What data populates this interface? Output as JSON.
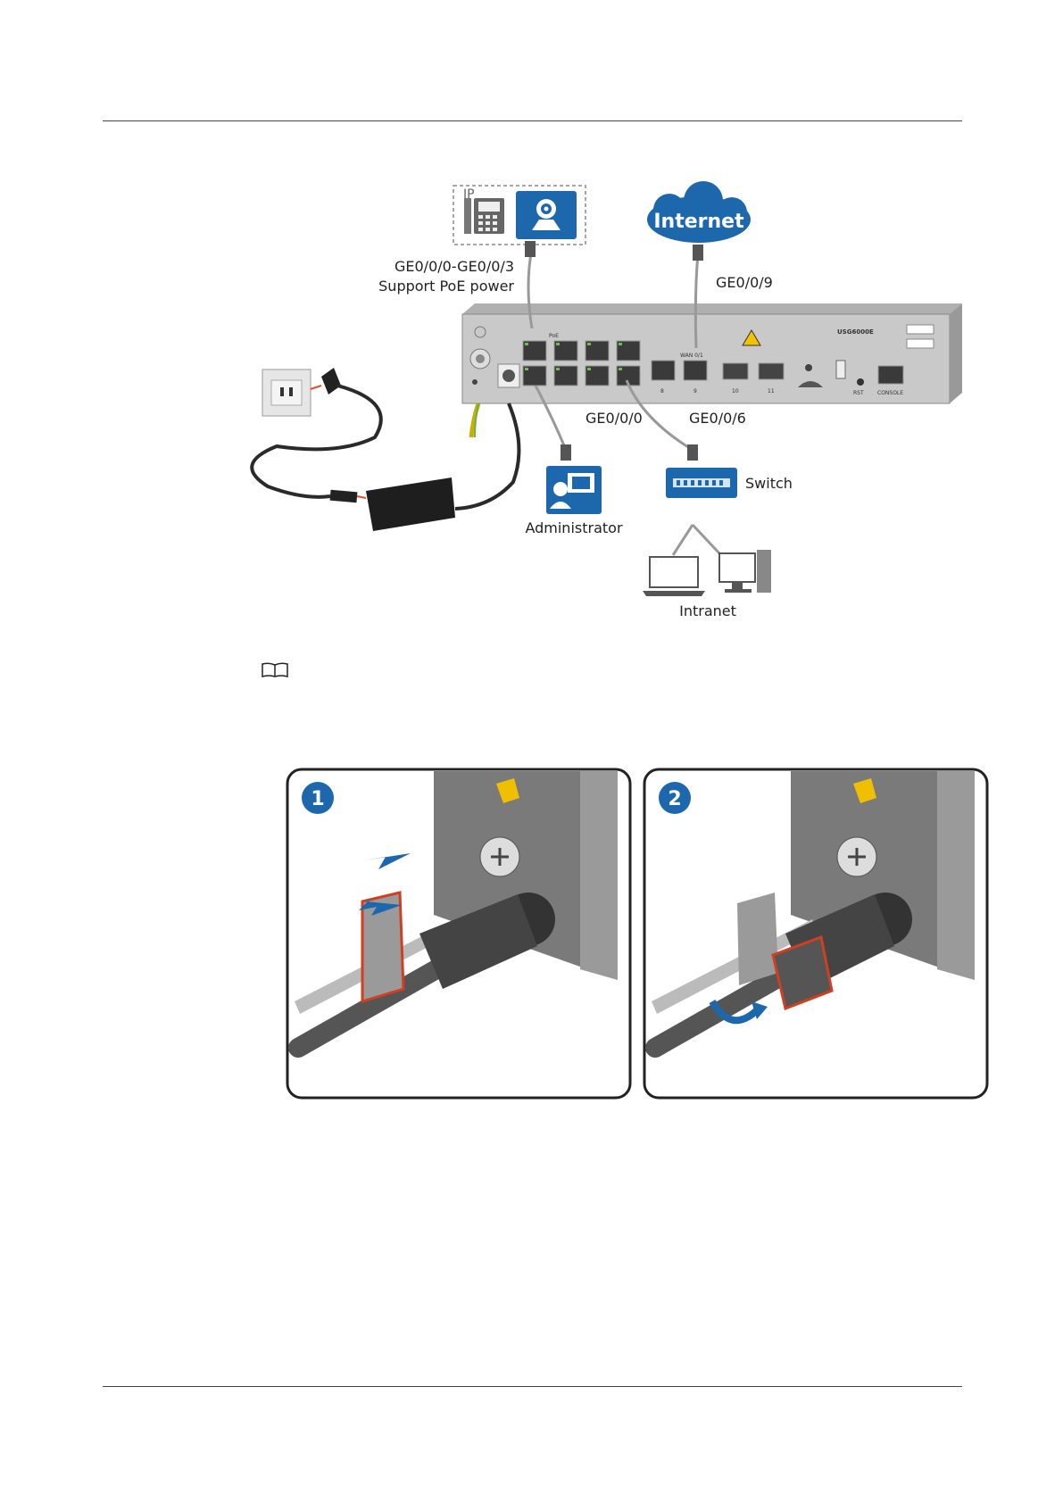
{
  "diagram": {
    "labels": {
      "ip_phone": "IP",
      "internet": "Internet",
      "poe_ports": "GE0/0/0-GE0/0/3",
      "poe_power": "Support PoE power",
      "wan_port": "GE0/0/9",
      "admin_port": "GE0/0/0",
      "switch_port": "GE0/0/6",
      "switch": "Switch",
      "administrator": "Administrator",
      "intranet": "Intranet"
    },
    "device_silkscreen": {
      "model": "USG6000E",
      "poe": "PoE",
      "wan": "WAN 0/1",
      "rst": "RST",
      "console": "CONSOLE",
      "port_8": "8",
      "port_9": "9",
      "port_10": "10",
      "port_11": "11"
    }
  },
  "cable_steps": {
    "step1": "1",
    "step2": "2"
  }
}
